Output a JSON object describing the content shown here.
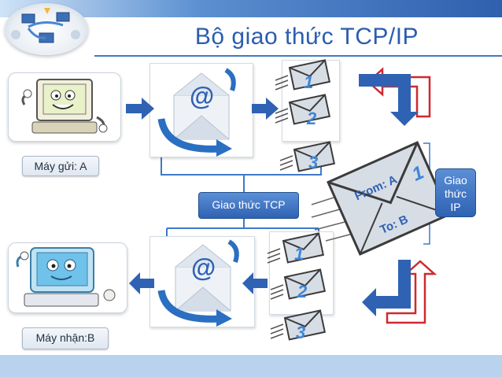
{
  "title": "Bộ giao thức TCP/IP",
  "sender_label": "Máy gửi: A",
  "receiver_label": "Máy nhận:B",
  "tcp_label": "Giao thức TCP",
  "ip_label": {
    "line1": "Giao",
    "line2": "thức",
    "line3": "IP"
  },
  "big_envelope": {
    "from": "From: A",
    "to": "To: B",
    "number": "1"
  },
  "top_packets": [
    "1",
    "2",
    "3"
  ],
  "bottom_packets": [
    "1",
    "2",
    "3"
  ],
  "at_symbol": "@",
  "colors": {
    "title": "#2a5db0",
    "arrow_blue": "#2f62b3",
    "arrow_red": "#d0282e",
    "accent": "#3f79c8"
  }
}
